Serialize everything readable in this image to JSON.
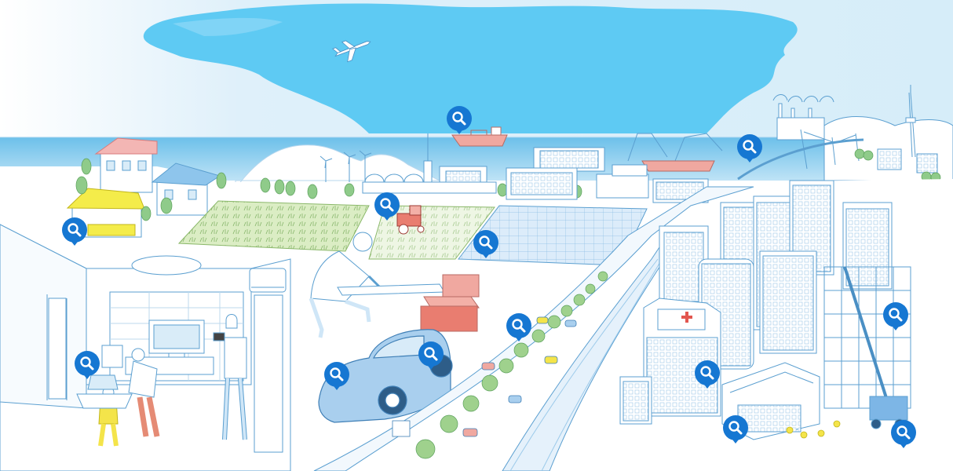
{
  "scene": {
    "sky_color": "#5bc8f2",
    "sky_light_color": "#cfe9f7",
    "sea_color": "#7cc6ea",
    "line_color": "#5b9fd0",
    "accent_color": "#1677d2"
  },
  "hotspots": [
    {
      "id": "sea-ship",
      "icon": "search-icon"
    },
    {
      "id": "coastal-industry",
      "icon": "search-icon"
    },
    {
      "id": "residential-house",
      "icon": "search-icon"
    },
    {
      "id": "farm-field",
      "icon": "search-icon"
    },
    {
      "id": "solar-farm",
      "icon": "search-icon"
    },
    {
      "id": "diy-workshop",
      "icon": "search-icon"
    },
    {
      "id": "highway-traffic",
      "icon": "search-icon"
    },
    {
      "id": "car-body",
      "icon": "search-icon"
    },
    {
      "id": "car-wheel",
      "icon": "search-icon"
    },
    {
      "id": "home-interior",
      "icon": "search-icon"
    },
    {
      "id": "construction-crane",
      "icon": "search-icon"
    },
    {
      "id": "hospital",
      "icon": "search-icon"
    },
    {
      "id": "factory-building",
      "icon": "search-icon"
    },
    {
      "id": "construction-site",
      "icon": "search-icon"
    }
  ]
}
